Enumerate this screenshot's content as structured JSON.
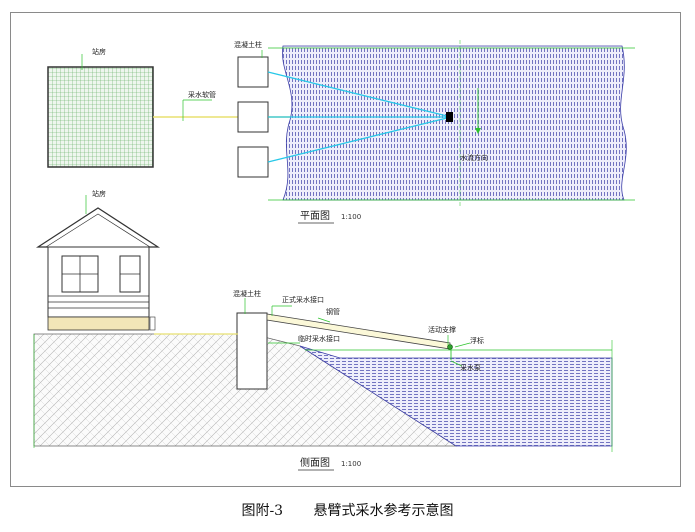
{
  "labels": {
    "station_top": "站房",
    "station_side": "站房",
    "concrete_top": "混凝土柱",
    "concrete_side": "混凝土柱",
    "soft_pipe": "采水软管",
    "flow_direction": "水流方向",
    "formal_intake": "正式采水接口",
    "steel_pipe": "钢管",
    "temp_intake": "临时采水接口",
    "movable_support": "活动支撑",
    "float": "浮标",
    "pump": "采水泵"
  },
  "plan_view": {
    "title": "平面图",
    "scale": "1:100"
  },
  "side_view": {
    "title": "侧面图",
    "scale": "1:100"
  },
  "caption": {
    "number": "图附-3",
    "title": "悬臂式采水参考示意图"
  },
  "colors": {
    "frame": "#8a8a8a",
    "water_hatch": "#3d3fa8",
    "water_fill": "#eeeefb",
    "guide_green": "#2ec42e",
    "pipe_yellow": "#e8e070",
    "hose_cyan": "#27c8e8",
    "soil_hatch": "#b0b0b0",
    "station_grid": "#5aaa5a"
  }
}
